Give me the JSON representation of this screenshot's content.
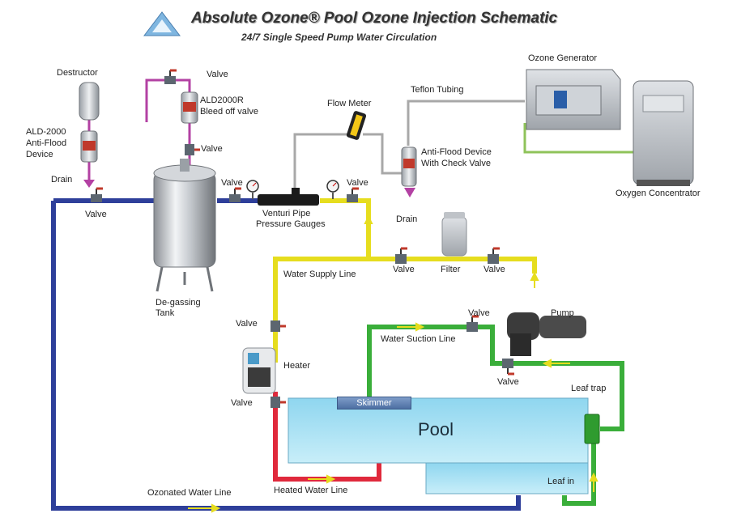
{
  "title": "Absolute Ozone® Pool Ozone Injection Schematic",
  "subtitle": "24/7 Single Speed Pump Water Circulation",
  "labels": {
    "destructor": "Destructor",
    "valve": "Valve",
    "ald2000r_line1": "ALD2000R",
    "ald2000r_line2": "Bleed off valve",
    "ald2000_line1": "ALD-2000",
    "ald2000_line2": "Anti-Flood",
    "ald2000_line3": "Device",
    "drain": "Drain",
    "flow_meter": "Flow Meter",
    "teflon_tubing": "Teflon Tubing",
    "ozone_generator": "Ozone Generator",
    "anti_flood_line1": "Anti-Flood Device",
    "anti_flood_line2": "With Check Valve",
    "oxygen_concentrator": "Oxygen Concentrator",
    "venturi_line1": "Venturi Pipe",
    "venturi_line2": "Pressure Gauges",
    "filter": "Filter",
    "water_supply_line": "Water Supply Line",
    "degassing_line1": "De-gassing",
    "degassing_line2": "Tank",
    "pump": "Pump",
    "water_suction_line": "Water Suction Line",
    "heater": "Heater",
    "leaf_trap": "Leaf trap",
    "skimmer": "Skimmer",
    "pool": "Pool",
    "leaf_in": "Leaf in",
    "ozonated_water_line": "Ozonated Water Line",
    "heated_water_line": "Heated Water Line"
  },
  "colors": {
    "ozonated_line": "#2e3f9a",
    "supply_line": "#e6dd1e",
    "suction_line": "#3aae3a",
    "heated_line": "#e0293c",
    "gas_line": "#b341a3",
    "teflon_line": "#a8a8a8",
    "oxygen_line": "#8fc35a",
    "pool_water": "#8fd3ec",
    "arrow": "#e6dd1e"
  }
}
